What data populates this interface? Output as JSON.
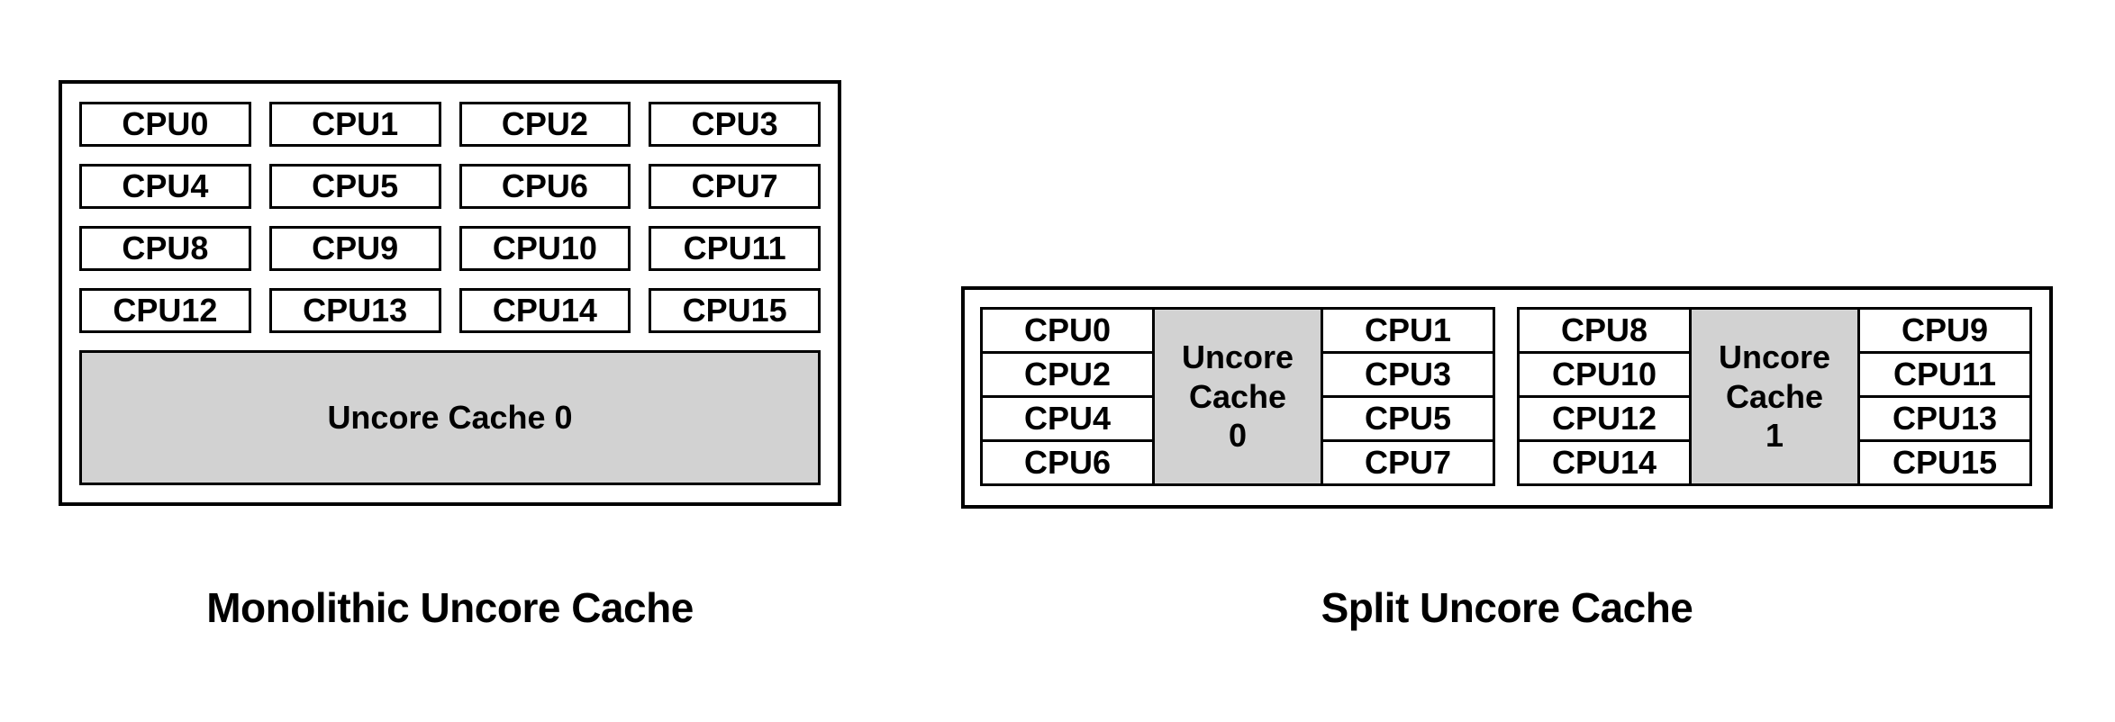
{
  "colors": {
    "background": "#ffffff",
    "border": "#000000",
    "cache_fill": "#d2d2d2",
    "cpu_fill": "#ffffff",
    "text": "#000000"
  },
  "monolithic": {
    "caption": "Monolithic Uncore Cache",
    "cache_label": "Uncore Cache 0",
    "cpus": [
      "CPU0",
      "CPU1",
      "CPU2",
      "CPU3",
      "CPU4",
      "CPU5",
      "CPU6",
      "CPU7",
      "CPU8",
      "CPU9",
      "CPU10",
      "CPU11",
      "CPU12",
      "CPU13",
      "CPU14",
      "CPU15"
    ]
  },
  "split": {
    "caption": "Split Uncore Cache",
    "groups": [
      {
        "cache_label": "Uncore\nCache\n0",
        "left_cpus": [
          "CPU0",
          "CPU2",
          "CPU4",
          "CPU6"
        ],
        "right_cpus": [
          "CPU1",
          "CPU3",
          "CPU5",
          "CPU7"
        ]
      },
      {
        "cache_label": "Uncore\nCache\n1",
        "left_cpus": [
          "CPU8",
          "CPU10",
          "CPU12",
          "CPU14"
        ],
        "right_cpus": [
          "CPU9",
          "CPU11",
          "CPU13",
          "CPU15"
        ]
      }
    ]
  }
}
